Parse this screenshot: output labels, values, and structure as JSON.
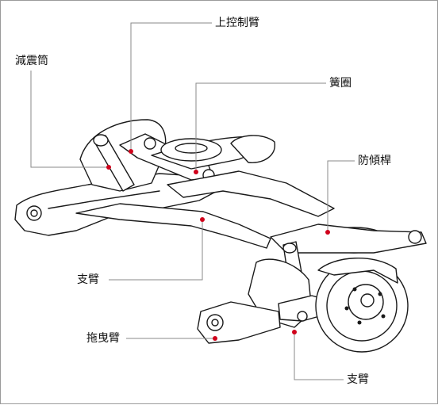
{
  "labels": {
    "shock_absorber": "減震筒",
    "upper_control_arm": "上控制臂",
    "spring": "簧圈",
    "stabilizer_bar": "防傾桿",
    "support_arm_left": "支臂",
    "trailing_arm": "拖曳臂",
    "support_arm_right": "支臂"
  },
  "colors": {
    "callout_dot": "#d0021b",
    "leader_line": "#8a8a8a",
    "outline": "#1a1a1a"
  }
}
